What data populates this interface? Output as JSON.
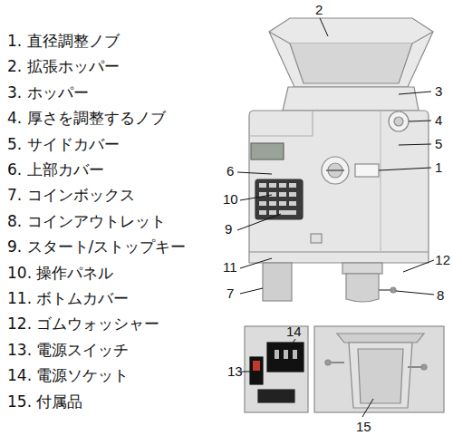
{
  "diagram": {
    "labels": [
      "1. 直径調整ノブ",
      "2. 拡張ホッパー",
      "3. ホッパー",
      "4. 厚さを調整するノブ",
      "5. サイドカバー",
      "6. 上部カバー",
      "7. コインボックス",
      "8. コインアウトレット",
      "9. スタート/ストップキー",
      "10. 操作パネル",
      "11. ボトムカバー",
      "12. ゴムウォッシャー",
      "13. 電源スイッチ",
      "14. 電源ソケット",
      "15. 付属品",
      "2",
      "3",
      "4",
      "5",
      "1",
      "6",
      "10",
      "9",
      "11",
      "12",
      "7",
      "8",
      "14",
      "13",
      "15"
    ]
  }
}
